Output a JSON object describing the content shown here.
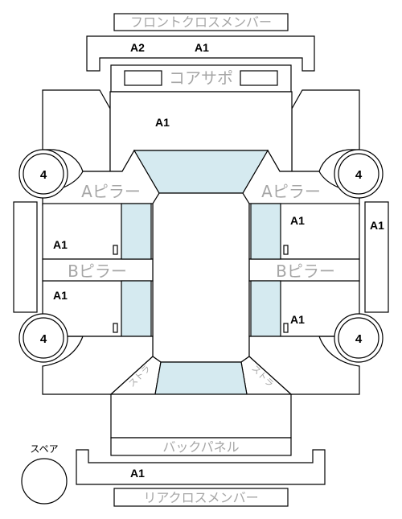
{
  "labels": {
    "front_cross_member": "フロントクロスメンバー",
    "core_support": "コアサポ",
    "a_pillar": "Aピラー",
    "b_pillar": "Bピラー",
    "back_panel": "バックパネル",
    "rear_cross_member": "リアクロスメンバー",
    "spare": "スペア",
    "strut": "ストラ"
  },
  "grades": {
    "front_member_left": "A2",
    "front_member_right": "A1",
    "hood_area": "A1",
    "left_front_door": "A1",
    "left_rear_door": "A1",
    "right_front_door": "A1",
    "right_rear_door": "A1",
    "right_side_sill": "A1",
    "rear_member": "A1"
  },
  "wheels": {
    "front_left": "4",
    "front_right": "4",
    "rear_left": "4",
    "rear_right": "4"
  },
  "colors": {
    "glass": "#d5eaf0",
    "outline": "#000000",
    "label_gray": "#a6a6a6"
  }
}
